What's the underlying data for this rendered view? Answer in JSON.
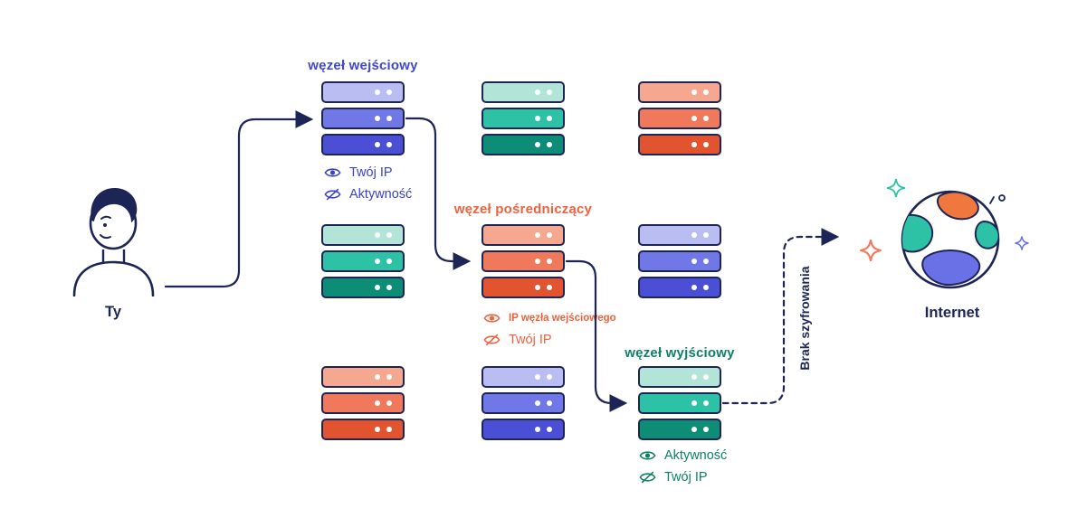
{
  "person": {
    "label": "Ty"
  },
  "nodes": {
    "entry": {
      "title": "węzeł wejściowy",
      "sees": [
        {
          "icon": "eye",
          "label": "Twój IP"
        },
        {
          "icon": "eye-off",
          "label": "Aktywność"
        }
      ]
    },
    "middle": {
      "title": "węzeł pośredniczący",
      "sees": [
        {
          "icon": "eye",
          "label": "IP węzła wejściowego"
        },
        {
          "icon": "eye-off",
          "label": "Twój IP"
        }
      ]
    },
    "exit": {
      "title": "węzeł wyjściowy",
      "sees": [
        {
          "icon": "eye",
          "label": "Aktywność"
        },
        {
          "icon": "eye-off",
          "label": "Twój IP"
        }
      ]
    }
  },
  "link": {
    "no_encryption": "Brak szyfrowania"
  },
  "internet": {
    "label": "Internet"
  },
  "colors": {
    "outline_navy": "#1d2557",
    "entry_accent": "#3d47cf",
    "middle_accent": "#f0613c",
    "exit_accent": "#0e8068",
    "blue_rows": [
      "#b9bdf1",
      "#7078e8",
      "#4a4fd6"
    ],
    "teal_rows": [
      "#b2e5d8",
      "#2dc2a5",
      "#0d8d75"
    ],
    "orange_rows": [
      "#f6a78f",
      "#f1795b",
      "#e25430"
    ]
  }
}
